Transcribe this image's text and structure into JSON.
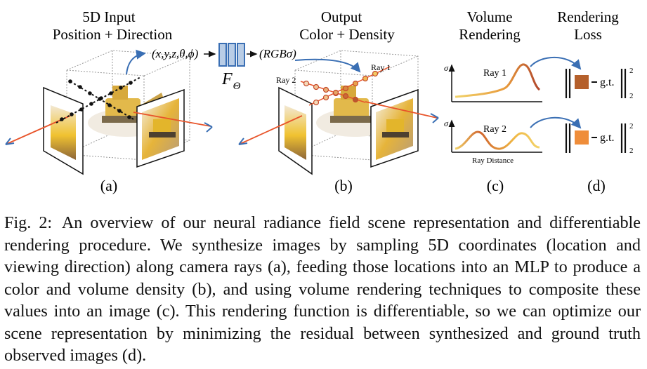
{
  "figure": {
    "header_a_line1": "5D Input",
    "header_a_line2": "Position + Direction",
    "header_b_line1": "Output",
    "header_b_line2": "Color + Density",
    "header_c_line1": "Volume",
    "header_c_line2": "Rendering",
    "header_d_line1": "Rendering",
    "header_d_line2": "Loss",
    "input_label": "(x,y,z,θ,ϕ)",
    "network_label": "F",
    "network_subscript": "Θ",
    "output_label": "(RGBσ)",
    "ray1_label": "Ray 1",
    "ray2_label": "Ray 2",
    "sigma_label": "σ",
    "ray_distance_label": "Ray Distance",
    "gt_label": "g.t.",
    "norm_sup": "2",
    "norm_sub": "2",
    "panel_labels": [
      "(a)",
      "(b)",
      "(c)",
      "(d)"
    ],
    "colors": {
      "ray_orange": "#e8542a",
      "ray_blue": "#3a6fb4",
      "mlp_fill": "#b9cde6",
      "swatch_ray1": "#b5602c",
      "swatch_ray2": "#ef8d3a"
    }
  },
  "caption": {
    "label": "Fig. 2:",
    "text": "An overview of our neural radiance field scene representation and differentiable rendering procedure. We synthesize images by sampling 5D coordinates (location and viewing direction) along camera rays (a), feeding those locations into an MLP to produce a color and volume density (b), and using volume rendering techniques to composite these values into an image (c). This rendering function is differentiable, so we can optimize our scene representation by minimizing the residual between synthesized and ground truth observed images (d)."
  }
}
